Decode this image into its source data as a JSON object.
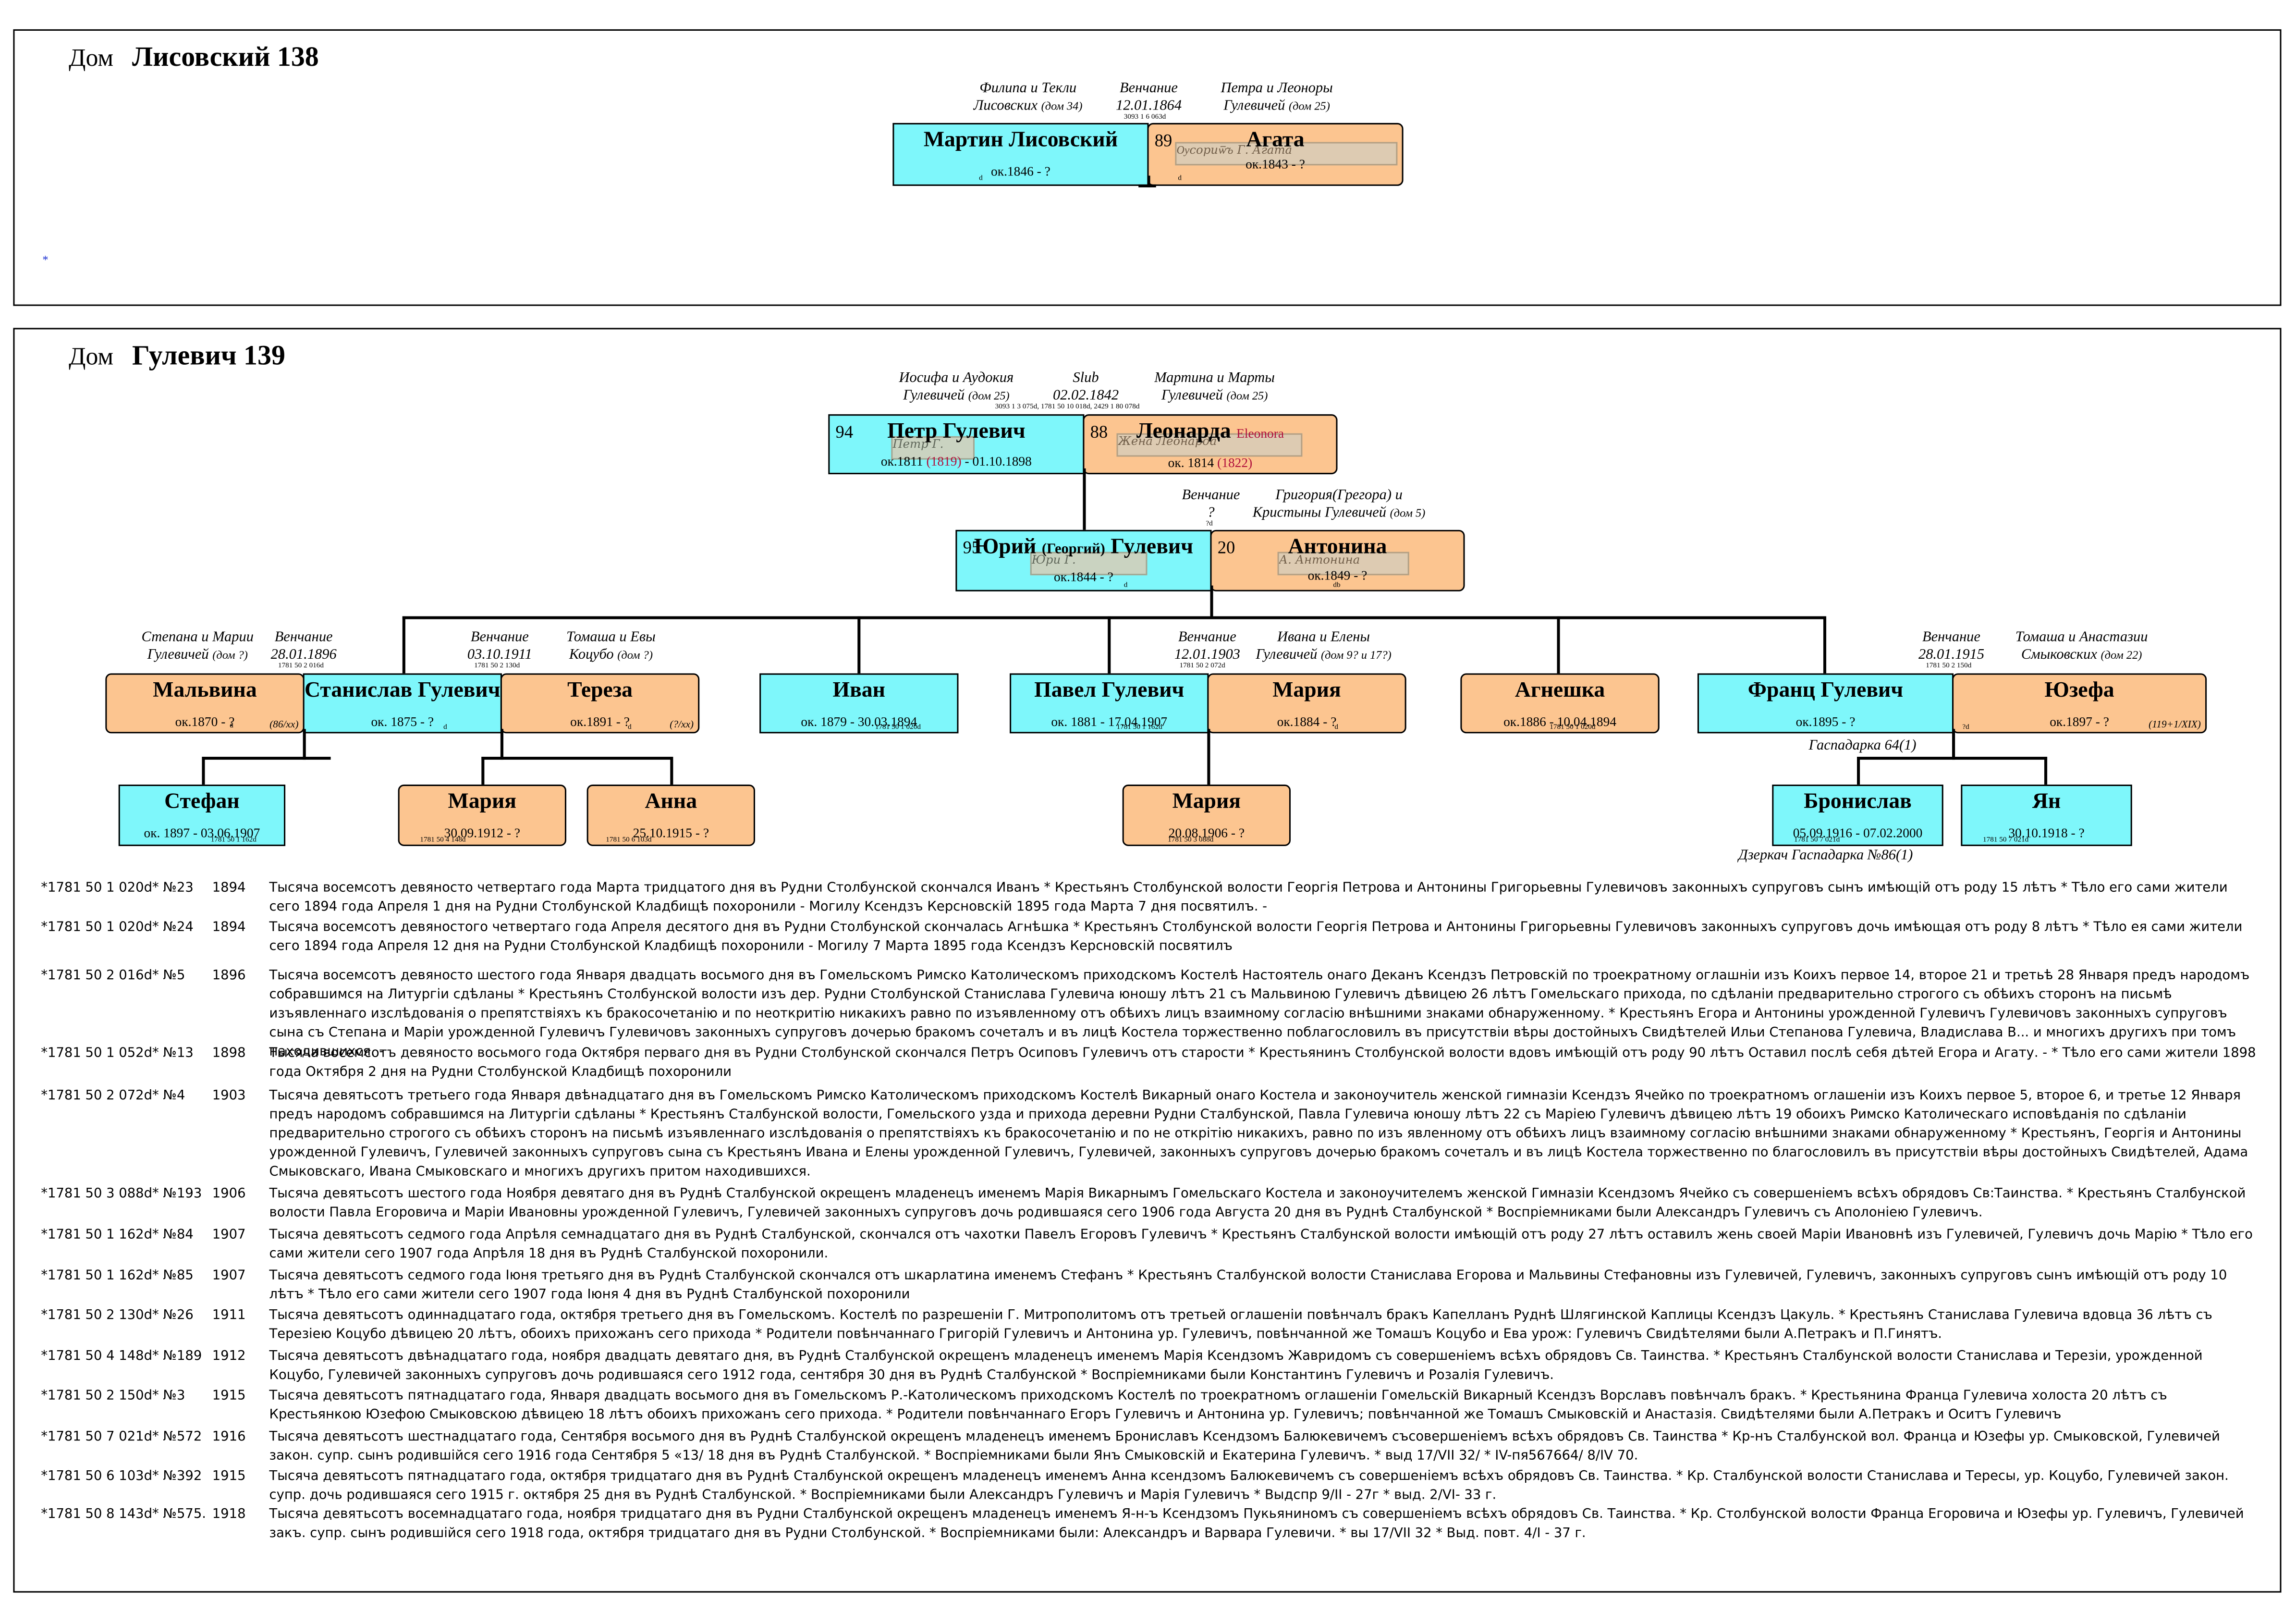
{
  "house1": {
    "label": "Дом",
    "name": "Лисовский 138",
    "parents_left": "Филипа и Текли",
    "parents_left_2": "Лисовских",
    "parents_left_house": "(дом 34)",
    "wedding_label": "Венчание",
    "wedding_date": "12.01.1864",
    "wedding_ref": "3093 1 6 063d",
    "parents_right": "Петра и Леоноры",
    "parents_right_2": "Гулевичей",
    "parents_right_house": "(дом 25)",
    "martin": {
      "name": "Мартин Лисовский",
      "dates": "ок.1846 - ?",
      "mark": "d"
    },
    "agata": {
      "num": "89",
      "name": "Агата",
      "dates": "ок.1843 - ?",
      "mark": "d"
    },
    "dot": "*"
  },
  "house2": {
    "label": "Дом",
    "name": "Гулевич 139",
    "top_left_parents": "Иосифа и Аудокия",
    "top_left_parents_2": "Гулевичей",
    "top_left_house": "(дом 25)",
    "top_wedding_label": "Slub",
    "top_wedding_date": "02.02.1842",
    "top_right_parents": "Мартина и Марты",
    "top_right_parents_2": "Гулевичей",
    "top_right_house": "(дом 25)",
    "top_refs": "3093 1 3 075d, 1781 50 10 018d, 2429 1 80 078d",
    "petr": {
      "num": "94",
      "name": "Петр Гулевич",
      "dates_a": "ок.1811 ",
      "dates_b": "(1819)",
      "dates_c": " - 01.10.1898"
    },
    "leonarda": {
      "num": "88",
      "name": "Леонарда",
      "alt": "Eleonora",
      "dates_a": "ок. 1814 ",
      "dates_b": "(1822)"
    },
    "mid_wedding_label": "Венчание",
    "mid_wedding_date": "?",
    "mid_wedding_ref": "?d",
    "mid_right_parents": "Григория(Грегора) и",
    "mid_right_parents_2": "Кристыны Гулевичей",
    "mid_right_house": "(дом 5)",
    "yuri": {
      "num": "95",
      "name": "Юрий",
      "alt": "(Георгий)",
      "surname": "Гулевич",
      "dates": "ок.1844 - ?",
      "mark": "d"
    },
    "antonina": {
      "num": "20",
      "name": "Антонина",
      "dates": "ок.1849 - ?",
      "mark": "db"
    },
    "malvina_parents": "Степана и Марии",
    "malvina_parents_2": "Гулевичей",
    "malvina_house": "(дом ?)",
    "stan_wed1_label": "Венчание",
    "stan_wed1_date": "28.01.1896",
    "stan_wed1_ref": "1781 50 2 016d",
    "stan_wed2_label": "Венчание",
    "stan_wed2_date": "03.10.1911",
    "stan_wed2_ref": "1781 50 2 130d",
    "tereza_parents": "Томаша и Евы",
    "tereza_parents_2": "Коцубо",
    "tereza_house": "(дом ?)",
    "pavel_wed_label": "Венчание",
    "pavel_wed_date": "12.01.1903",
    "pavel_wed_ref": "1781 50 2 072d",
    "maria_parents": "Ивана и Елены",
    "maria_parents_2": "Гулевичей",
    "maria_house": "(дом 9? и 17?)",
    "franc_wed_label": "Венчание",
    "franc_wed_date": "28.01.1915",
    "franc_wed_ref": "1781 50 2 150d",
    "yuzefa_parents": "Томаша и Анастазии",
    "yuzefa_parents_2": "Смыковских",
    "yuzefa_house": "(дом 22)",
    "malvina": {
      "name": "Мальвина",
      "dates": "ок.1870 - ?",
      "mark": "d",
      "extra": "(86/xx)"
    },
    "stanislav": {
      "name": "Станислав Гулевич",
      "dates": "ок. 1875 - ?",
      "mark": "d"
    },
    "tereza": {
      "name": "Тереза",
      "dates": "ок.1891 - ?",
      "mark": "d",
      "extra": "(?/xx)"
    },
    "ivan": {
      "name": "Иван",
      "dates": "ок. 1879 - 30.03.1894",
      "ref": "1781 50 1 020d"
    },
    "pavel": {
      "name": "Павел Гулевич",
      "dates": "ок. 1881 - 17.04.1907",
      "ref": "1781 50 1 162d"
    },
    "maria_w": {
      "name": "Мария",
      "dates": "ок.1884 - ?",
      "mark": "d"
    },
    "agneshka": {
      "name": "Агнешка",
      "dates": "ок.1886 - 10.04.1894",
      "ref": "1781 50 1 020d"
    },
    "franc": {
      "name": "Франц Гулевич",
      "dates": "ок.1895 - ?"
    },
    "yuzefa": {
      "name": "Юзефа",
      "dates": "ок.1897 - ?",
      "mark": "?d",
      "extra": "(119+1/XIX)"
    },
    "gaspadarka": "Гаспадарка 64(1)",
    "stefan": {
      "name": "Стефан",
      "dates": "ок. 1897 - 03.06.1907",
      "ref": "1781 50 1 162d"
    },
    "maria_c1": {
      "name": "Мария",
      "dates": "30.09.1912 - ?",
      "ref": "1781 50 4 148d"
    },
    "anna": {
      "name": "Анна",
      "dates": "25.10.1915 - ?",
      "ref": "1781 50 6 103d"
    },
    "maria_c2": {
      "name": "Мария",
      "dates": "20.08.1906 - ?",
      "ref": "1781 50 3 088d"
    },
    "bronislav": {
      "name": "Бронислав",
      "dates": "05.09.1916 - 07.02.2000",
      "ref": "1781 50 7 021d"
    },
    "yan": {
      "name": "Ян",
      "dates": "30.10.1918 - ?",
      "ref": "1781 50 7 021d"
    },
    "dzerkach": "Дзеркач Гаспадарка №86(1)"
  },
  "records": [
    {
      "ref": "*1781 50 1 020d* №23",
      "year": "1894",
      "text": "Тысяча восемсотъ девяносто четвертаго года Марта тридцатого дня въ Рудни Столбунской скончался Иванъ * Крестьянъ Столбунской волости Георгія Петрова и Антонины Григорьевны Гулевичовъ законныхъ супруговъ сынъ имѣющій отъ роду 15 лѣтъ * Тѣло его сами жители сего 1894 года Апреля 1 дня на Рудни Столбунской Кладбищѣ похоронили - Могилу Ксендзъ Керсновскій 1895 года Марта 7 дня посвятилъ. -"
    },
    {
      "ref": "*1781 50 1 020d* №24",
      "year": "1894",
      "text": "Тысяча восемсотъ девяностого четвертаго года Апреля десятого дня въ Рудни Столбунской скончалась Агнѣшка * Крестьянъ Столбунской волости Георгія Петрова и Антонины Григорьевны Гулевичовъ законныхъ супруговъ дочь имѣющая отъ роду 8 лѣтъ * Тѣло ея сами жители сего 1894 года Апреля 12 дня на Рудни Столбунской Кладбищѣ похоронили - Могилу 7 Марта 1895 года Ксендзъ Керсновскій посвятилъ"
    },
    {
      "ref": "*1781 50 2 016d* №5",
      "year": "1896",
      "text": "Тысяча восемсотъ девяносто шестого года Января двадцать восьмого дня въ Гомельскомъ Римско Католическомъ приходскомъ Костелѣ Настоятель онаго Деканъ Ксендзъ Петровскій по троекратному оглашніи изъ Коихъ первое 14, второе 21 и третьѣ 28 Января предъ народомъ собравшимся на Литургіи сдѣланы * Крестьянъ Столбунской волости изъ дер. Рудни Столбунской Станислава Гулевича юношу лѣтъ 21 съ Мальвиною Гулевичъ дѣвицею 26 лѣтъ Гомельскаго прихода, по сдѣланіи предварительно строгого съ обѣихъ сторонъ на письмѣ изъявленнаго изслѣдованія о препятствіяхъ къ бракосочетанію и по неоткритію никакихъ равно по изъявленному отъ обѣихъ лицъ взаимному согласію внѣшними знаками обнаруженному. * Крестьянъ Егора и Антонины урожденной Гулевичъ Гулевичовъ законныхъ супруговъ сына съ Степана и Маріи урожденной Гулевичъ Гулевичовъ законныхъ супруговъ дочерью бракомъ сочеталъ и въ лицѣ Костела торжественно поблагословилъ въ присутствіи вѣры достойныхъ Свидѣтелей Ильи Степанова Гулевича, Владислава В... и многихъ другихъ при томъ находившихся. -"
    },
    {
      "ref": "*1781 50 1 052d* №13",
      "year": "1898",
      "text": "Тысяча восемсотъ девяносто восьмого года Октября перваго дня въ Рудни Столбунской скончался Петръ Осиповъ Гулевичъ отъ старости * Крестьянинъ Столбунской волости вдовъ имѣющій отъ роду 90 лѣтъ Оставил послѣ себя дѣтей Егора и Агату. - * Тѣло его сами жители 1898 года Октября 2 дня на Рудни Столбунской Кладбищѣ похоронили"
    },
    {
      "ref": "*1781 50 2 072d* №4",
      "year": "1903",
      "text": "Тысяча девятьсотъ третьего года Января двѣнадцатаго дня въ Гомельскомъ Римско Католическомъ приходскомъ Костелѣ Викарный онаго Костела и законоучитель женской гимназіи Ксендзъ Ячейко по троекратномъ оглашеніи изъ Коихъ первое 5, второе 6, и третье 12 Января предъ народомъ собравшимся на Литургіи сдѣланы * Крестьянъ Сталбунской волости, Гомельского узда и прихода деревни Рудни Сталбунской, Павла Гулевича юношу лѣтъ 22 съ Маріею Гулевичъ дѣвицею лѣтъ 19 обоихъ Римско Католическаго исповѣданія по сдѣланіи предварительно строгого съ обѣихъ сторонъ на письмѣ изъявленнаго изслѣдованія о препятствіяхъ къ бракосочетанію и по не открітію никакихъ, равно по изъ явленному отъ обѣихъ лицъ взаимному согласію внѣшними знаками обнаруженному * Крестьянъ, Георгія и Антонины урожденной Гулевичъ, Гулевичей законныхъ супруговъ сына съ Крестьянъ Ивана и Елены урожденной Гулевичъ, Гулевичей, законныхъ супруговъ дочерью бракомъ сочеталъ и въ лицѣ Костела торжественно по благословилъ въ присутствіи вѣры достойныхъ Свидѣтелей, Адама Смыковскаго, Ивана Смыковскаго и многихъ другихъ притом находившихся."
    },
    {
      "ref": "*1781 50 3 088d* №193",
      "year": "1906",
      "text": "Тысяча девятьсотъ шестого года Ноября девятаго дня въ Руднѣ Сталбунской окрещенъ младенецъ именемъ Марія Викарнымъ Гомельскаго Костела и законоучителемъ женской Гимназіи Ксендзомъ Ячейко съ совершеніемъ всѣхъ обрядовъ Св:Таинства. * Крестьянъ Сталбунской волости Павла Егоровича и Маріи Ивановны урожденной Гулевичъ, Гулевичей законныхъ супруговъ дочь родившаяся сего 1906 года Августа 20 дня въ Руднѣ Сталбунской * Воспріемниками были Александръ Гулевичъ съ Аполоніею Гулевичъ."
    },
    {
      "ref": "*1781 50 1 162d* №84",
      "year": "1907",
      "text": "Тысяча девятьсотъ седмого года Апрѣля семнадцатаго дня въ Руднѣ Сталбунской, скончался отъ чахотки Павелъ Егоровъ Гулевичъ * Крестьянъ Сталбунской волости имѣющій отъ роду 27 лѣтъ оставилъ жень своей Маріи Ивановнѣ изъ Гулевичей, Гулевичъ дочь Марію * Тѣло его сами жители сего 1907 года Апрѣля 18 дня въ Руднѣ Сталбунской похоронили."
    },
    {
      "ref": "*1781 50 1 162d* №85",
      "year": "1907",
      "text": "Тысяча девятьсотъ седмого года Іюня третьяго дня въ Руднѣ Сталбунской скончался отъ шкарлатина именемъ Стефанъ * Крестьянъ Сталбунской волости Станислава Егорова и Мальвины Стефановны изъ Гулевичей, Гулевичъ, законныхъ супруговъ сынъ имѣющій отъ роду 10 лѣтъ * Тѣло его сами жители сего 1907 года Іюня 4 дня въ Руднѣ Сталбунской похоронили"
    },
    {
      "ref": "*1781 50 2 130d* №26",
      "year": "1911",
      "text": "Тысяча девятьсотъ одиннадцатаго года, октября третьего дня въ Гомельскомъ. Костелѣ по разрешеніи Г. Митрополитомъ отъ третьей оглашеніи повѣнчалъ бракъ Капелланъ Руднѣ Шлягинской Каплицы Ксендзъ Цакуль. * Крестьянъ Станислава Гулевича вдовца 36 лѣтъ съ Терезіею Коцубо дѣвицею 20 лѣтъ, обоихъ прихожанъ сего прихода * Родители повѣнчаннаго Григорій Гулевичъ и Антонина ур. Гулевичъ, повѣнчанной же Томашъ Коцубо и Ева урож: Гулевичъ Свидѣтелями были А.Петракъ и П.Гинятъ."
    },
    {
      "ref": "*1781 50 4 148d* №189",
      "year": "1912",
      "text": "Тысяча девятьсотъ двѣнадцатаго года, ноября двадцать девятаго дня, въ Руднѣ Сталбунской окрещенъ младенецъ именемъ Марія Ксендзомъ Жавридомъ съ совершеніемъ всѣхъ обрядовъ Св. Таинства. * Крестьянъ Сталбунской волости Станислава и Терезіи, урожденной Коцубо, Гулевичей законныхъ супруговъ дочь родившаяся сего 1912 года, сентября 30 дня въ Руднѣ Сталбунской * Воспріемниками были Константинъ Гулевичъ и Розалія Гулевичъ."
    },
    {
      "ref": "*1781 50 2 150d* №3",
      "year": "1915",
      "text": "Тысяча девятьсотъ пятнадцатаго года, Января двадцать восьмого дня въ Гомельскомъ Р.-Католическомъ приходскомъ Костелѣ по троекратномъ оглашеніи Гомельскій Викарный Ксендзъ Ворславъ повѣнчалъ бракъ. * Крестьянина Франца Гулевича холоста 20 лѣтъ съ Крестьянкою Юзефою Смыковскою дѣвицею 18 лѣтъ обоихъ прихожанъ сего прихода. * Родители повѣнчаннаго Егоръ Гулевичъ и Антонина ур. Гулевичъ; повѣнчанной же Томашъ Смыковскій и Анастазія. Свидѣтелями были А.Петракъ и Оситъ Гулевичъ"
    },
    {
      "ref": "*1781 50 7 021d* №572",
      "year": "1916",
      "text": "Тысяча девятьсотъ шестнадцатаго года, Сентября восьмого дня въ Руднѣ Сталбунской окрещенъ младенецъ именемъ Брониславъ Ксендзомъ Балюкевичемъ съсовершеніемъ всѣхъ обрядовъ Св. Таинства * Кр-нъ Сталбунской вол. Франца и Юзефы ур. Смыковской, Гулевичей закон. супр. сынъ родившійся сего 1916 года Сентября 5 «13/ 18 дня въ Руднѣ Сталбунской. * Воспріемниками были Янъ Смыковскій и Екатерина Гулевичъ. * выд 17/VII 32/ * IV-пя567664/ 8/IV 70."
    },
    {
      "ref": "*1781 50 6 103d* №392",
      "year": "1915",
      "text": "Тысяча девятьсотъ пятнадцатаго года, октября тридцатаго дня въ Руднѣ Сталбунской окрещенъ младенецъ именемъ Анна ксендзомъ Балюкевичемъ съ совершеніемъ всѣхъ обрядовъ Св. Таинства. * Кр. Сталбунской волости Станислава и Тересы, ур. Коцубо, Гулевичей закон. супр. дочь родившаяся сего 1915 г. октября 25 дня въ Руднѣ Сталбунской. * Воспріемниками были Александръ Гулевичъ и Марія Гулевичъ * Выдспр 9/II - 27г * выд. 2/VI- 33 г."
    },
    {
      "ref": "*1781 50 8 143d* №575.",
      "year": "1918",
      "text": "Тысяча девятьсотъ восемнадцатаго года, ноября тридцатаго дня въ Рудни Сталбунской окрещенъ младенецъ именемъ Я-н-ъ Ксендзомъ Пукьяниномъ съ совершеніемъ всѣхъ обрядовъ Св. Таинства. * Кр. Столбунской волости Франца Егоровича и Юзефы ур. Гулевичъ, Гулевичей закъ. супр. сынъ родившійся сего 1918 года, октября тридцатаго дня въ Рудни Столбунской. * Воспріемниками были: Александръ и Варвара Гулевичи. * вы 17/VII 32 * Выд. повт. 4/I - 37 г."
    }
  ]
}
